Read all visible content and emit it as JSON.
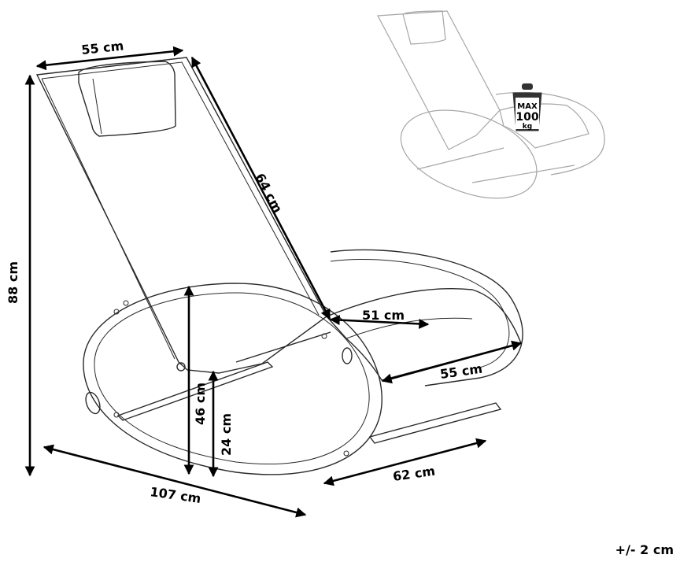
{
  "dimensions": {
    "back_width": "55 cm",
    "back_length": "64 cm",
    "total_height": "88 cm",
    "seat_height": "46 cm",
    "base_height": "24 cm",
    "seat_depth": "51 cm",
    "seat_width": "55 cm",
    "length": "107 cm",
    "width": "62 cm"
  },
  "load_badge": {
    "line1": "MAX",
    "line2": "100",
    "line3": "kg"
  },
  "tolerance": "+/- 2 cm",
  "colors": {
    "ink": "#000000",
    "outline": "#2a2a2a",
    "ghost": "#a6a6a6",
    "badge_fill": "#333333"
  }
}
